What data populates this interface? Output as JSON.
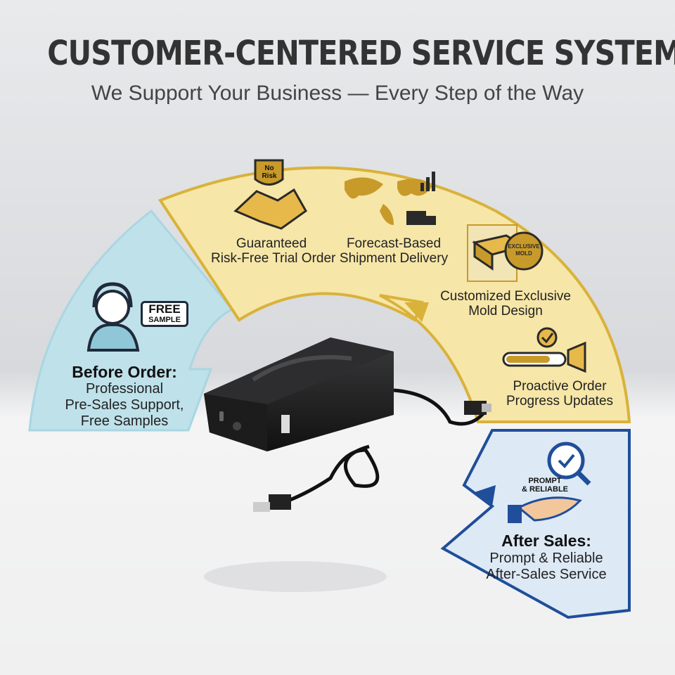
{
  "header": {
    "title": "CUSTOMER-CENTERED SERVICE SYSTEM",
    "subtitle": "We Support Your Business — Every Step of the Way"
  },
  "before_order": {
    "badge_line1": "FREE",
    "badge_line2": "SAMPLE",
    "heading": "Before Order:",
    "line1": "Professional",
    "line2": "Pre-Sales Support,",
    "line3": "Free Samples"
  },
  "services": [
    {
      "badge": "No Risk",
      "line1": "Guaranteed",
      "line2": "Risk-Free Trial Order",
      "icon": "handshake-icon"
    },
    {
      "line1": "Forecast-Based",
      "line2": "Shipment Delivery",
      "icon": "world-map-icon"
    },
    {
      "badge_line1": "EXCLUSIVE",
      "badge_line2": "MOLD",
      "line1": "Customized Exclusive",
      "line2": "Mold Design",
      "icon": "mold-box-icon"
    },
    {
      "line1": "Proactive Order",
      "line2": "Progress Updates",
      "icon": "megaphone-icon"
    }
  ],
  "after_sales": {
    "badge_line1": "PROMPT",
    "badge_line2": "& RELIABLE",
    "heading": "After Sales:",
    "line1": "Prompt & Reliable",
    "line2": "After-Sales Service"
  },
  "colors": {
    "gold_fill": "#f6e6a8",
    "gold_stroke": "#d9b23a",
    "blue_fill": "#bfe1ea",
    "blue_stroke": "#9fd0de",
    "after_fill": "#dde9f5",
    "after_stroke": "#1f4e9a",
    "icon_dark": "#2a2a2a",
    "icon_gold": "#c89a2a"
  }
}
